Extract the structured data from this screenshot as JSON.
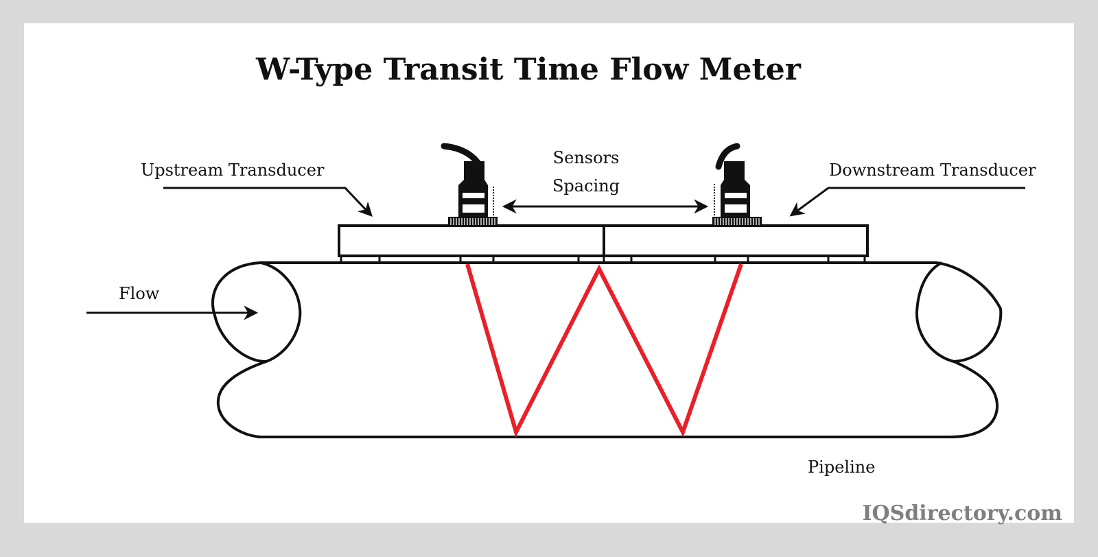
{
  "title": "W-Type Transit Time Flow Meter",
  "labels": {
    "upstream": "Upstream Transducer",
    "downstream": "Downstream Transducer",
    "spacing_line1": "Sensors",
    "spacing_line2": "Spacing",
    "flow": "Flow",
    "pipeline": "Pipeline"
  },
  "watermark": "IQSdirectory.com",
  "colors": {
    "background": "#d9d9d9",
    "panel": "#ffffff",
    "ink": "#111111",
    "signal_path": "#e8202a",
    "watermark": "#7f7f7f"
  },
  "icons": {
    "upstream_sensor": "transducer-icon",
    "downstream_sensor": "transducer-icon",
    "flow_arrow": "arrow-right-icon",
    "spacing_arrow": "double-arrow-icon"
  }
}
